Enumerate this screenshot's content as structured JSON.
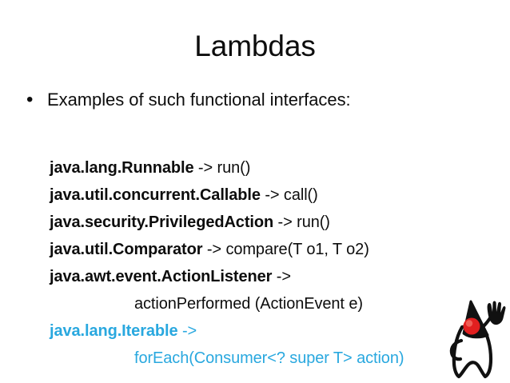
{
  "slide": {
    "title": "Lambdas",
    "bullet": {
      "marker": "•",
      "text": "Examples of such functional interfaces:"
    },
    "code_lines": [
      {
        "class_name": "java.lang.Runnable",
        "arrow": " -> ",
        "method": "run()",
        "indented": false,
        "accent": false
      },
      {
        "class_name": "java.util.concurrent.Callable",
        "arrow": " -> ",
        "method": "call()",
        "indented": false,
        "accent": false
      },
      {
        "class_name": "java.security.PrivilegedAction",
        "arrow": " -> ",
        "method": "run()",
        "indented": false,
        "accent": false
      },
      {
        "class_name": "java.util.Comparator",
        "arrow": " -> ",
        "method": "compare(T o1, T o2)",
        "indented": false,
        "accent": false
      },
      {
        "class_name": "java.awt.event.ActionListener",
        "arrow": " ->",
        "method": "",
        "indented": false,
        "accent": false
      },
      {
        "class_name": "",
        "arrow": "",
        "method": "actionPerformed (ActionEvent e)",
        "indented": true,
        "accent": false
      },
      {
        "class_name": "java.lang.Iterable",
        "arrow": " ->",
        "method": "",
        "indented": false,
        "accent": true
      },
      {
        "class_name": "",
        "arrow": "",
        "method": "forEach(Consumer<? super T> action)",
        "indented": true,
        "accent": true
      }
    ],
    "colors": {
      "text": "#0d0d0d",
      "accent": "#29a8df",
      "background": "#ffffff",
      "duke_nose": "#e22020",
      "duke_outline": "#111111"
    },
    "mascot": {
      "name": "java-duke-mascot",
      "alt": "Java Duke mascot waving"
    }
  }
}
